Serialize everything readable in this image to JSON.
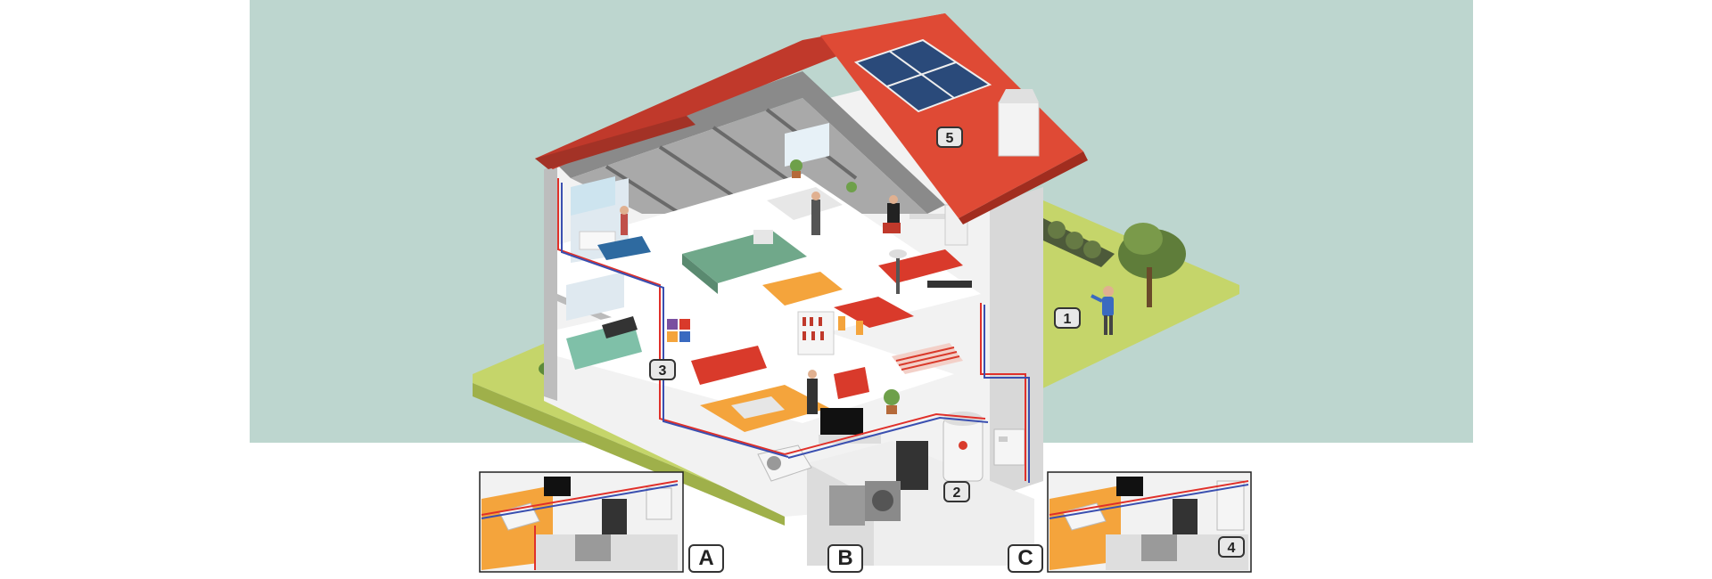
{
  "markers": {
    "m1": "1",
    "m2": "2",
    "m3": "3",
    "m4": "4",
    "m5": "5"
  },
  "options": {
    "a": "A",
    "b": "B",
    "c": "C"
  },
  "colors": {
    "sky": "#bdd6cf",
    "lawn": "#c5d56a",
    "roof": "#df4a35",
    "wall": "#f2f2f2",
    "floor_wood": "#f4a43c",
    "accent_red": "#d93a2b",
    "pipe_hot": "#e0302a",
    "pipe_cold": "#3a4fb0",
    "solar": "#2a4a7a"
  }
}
